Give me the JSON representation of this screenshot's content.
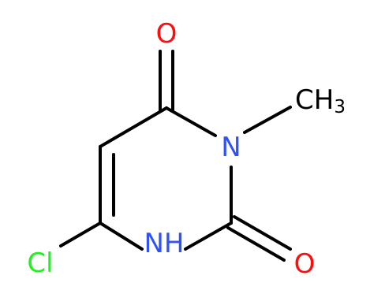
{
  "molecule": {
    "atoms": {
      "o_top": {
        "text": "O",
        "color": "#ff0d0d"
      },
      "n3": {
        "text": "N",
        "color": "#3050f8"
      },
      "n1": {
        "text": "NH",
        "color": "#3050f8"
      },
      "o_bottom": {
        "text": "O",
        "color": "#ff0d0d"
      },
      "cl": {
        "text": "Cl",
        "color": "#1ff01f"
      },
      "methyl": {
        "text": "CH",
        "subscript": "3",
        "color": "#000000"
      }
    },
    "bond_color": "#000000"
  }
}
